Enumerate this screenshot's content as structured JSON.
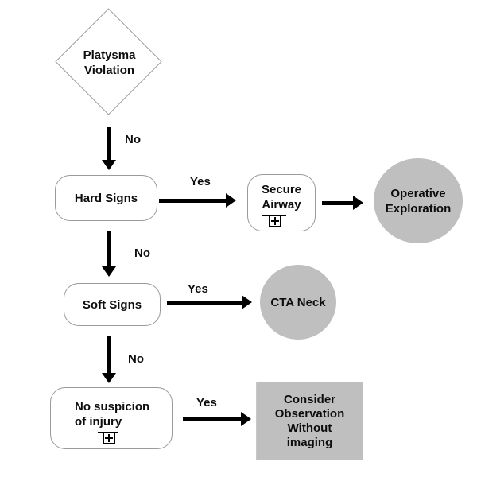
{
  "flowchart": {
    "description": "Penetrating neck injury decision algorithm",
    "nodes": {
      "platysma_violation": {
        "label": "Platysma\nViolation",
        "shape": "diamond"
      },
      "hard_signs": {
        "label": "Hard Signs",
        "shape": "rounded-rect"
      },
      "secure_airway": {
        "label": "Secure\nAirway",
        "shape": "rounded-rect",
        "icon": "boxed-plus-icon"
      },
      "operative_exploration": {
        "label": "Operative\nExploration",
        "shape": "circle"
      },
      "soft_signs": {
        "label": "Soft Signs",
        "shape": "rounded-rect"
      },
      "cta_neck": {
        "label": "CTA Neck",
        "shape": "circle"
      },
      "no_suspicion_of_injury": {
        "label": "No suspicion\nof injury",
        "shape": "rounded-rect",
        "icon": "boxed-plus-icon"
      },
      "consider_observation": {
        "label": "Consider\nObservation\nWithout\nimaging",
        "shape": "rect"
      }
    },
    "edges": {
      "platysma_to_hard": {
        "from": "platysma_violation",
        "to": "hard_signs",
        "label": "No"
      },
      "hard_to_secure": {
        "from": "hard_signs",
        "to": "secure_airway",
        "label": "Yes"
      },
      "secure_to_operative": {
        "from": "secure_airway",
        "to": "operative_exploration",
        "label": ""
      },
      "hard_to_soft": {
        "from": "hard_signs",
        "to": "soft_signs",
        "label": "No"
      },
      "soft_to_cta": {
        "from": "soft_signs",
        "to": "cta_neck",
        "label": "Yes"
      },
      "soft_to_no_suspicion": {
        "from": "soft_signs",
        "to": "no_suspicion_of_injury",
        "label": "No"
      },
      "no_suspicion_to_observation": {
        "from": "no_suspicion_of_injury",
        "to": "consider_observation",
        "label": "Yes"
      }
    },
    "colors": {
      "gray_fill": "#bfbfbf",
      "node_border": "#9a9a9a",
      "arrow": "#000000",
      "text": "#0d0d0d",
      "background": "#ffffff"
    }
  }
}
